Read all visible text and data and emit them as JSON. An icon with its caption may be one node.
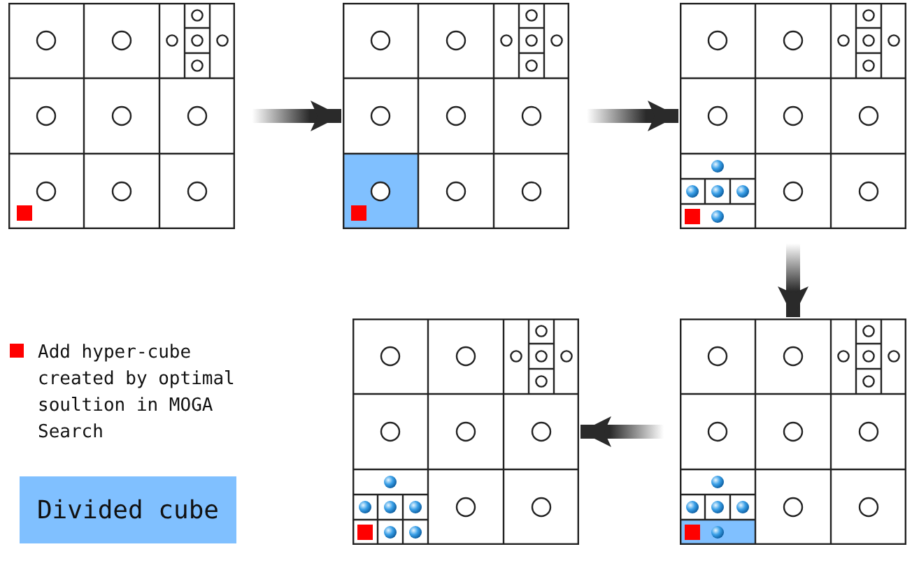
{
  "diagram": {
    "nodes": [
      {
        "text": [],
        "shape": "picture"
      },
      {
        "text": [],
        "shape": "picture"
      },
      {
        "text": [],
        "shape": "picture"
      },
      {
        "text": [],
        "shape": "picture"
      },
      {
        "text": [],
        "shape": "picture"
      }
    ],
    "edges": [
      {
        "from": 0,
        "to": 1,
        "arrow": "to"
      },
      {
        "from": 1,
        "to": 2,
        "arrow": "to"
      },
      {
        "from": 2,
        "to": 3,
        "arrow": "to"
      },
      {
        "from": 3,
        "to": 4,
        "arrow": "to"
      }
    ],
    "legend": [
      {
        "text": "Add hyper-cube created by optimal soultion in MOGA Search",
        "color": "#ff0000"
      },
      {
        "text": "Divided cube",
        "color": "#80c0ff"
      }
    ]
  }
}
